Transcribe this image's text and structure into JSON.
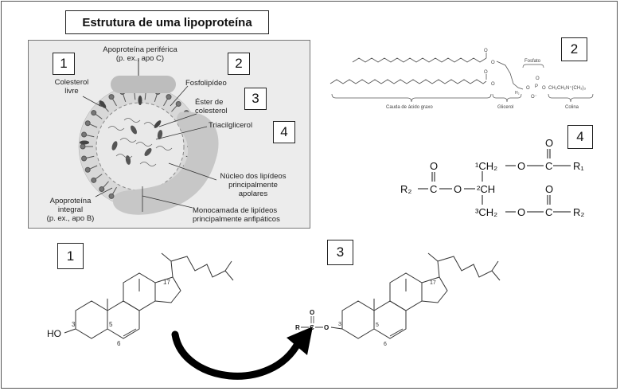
{
  "title": "Estrutura de uma lipoproteína",
  "box_numbers": {
    "n1": "1",
    "n2": "2",
    "n3": "3",
    "n4": "4"
  },
  "lipoprotein": {
    "peripheral_apoprotein": "Apoproteína periférica",
    "peripheral_example": "(p. ex., apo C)",
    "free_cholesterol_1": "Colesterol",
    "free_cholesterol_2": "livre",
    "phospholipid": "Fosfolipídeo",
    "cholesterol_ester_1": "Éster de",
    "cholesterol_ester_2": "colesterol",
    "triacylglycerol": "Triacilglicerol",
    "core_1": "Núcleo dos lipídeos",
    "core_2": "principalmente",
    "core_3": "apolares",
    "integral_1": "Apoproteína",
    "integral_2": "integral",
    "integral_3": "(p. ex., apo B)",
    "monolayer_1": "Monocamada de lipídeos",
    "monolayer_2": "principalmente anfipáticos"
  },
  "phospholipid_structure": {
    "phosphate": "Fosfato",
    "fatty_acid_tail": "Cauda de ácido graxo",
    "glycerol": "Glicerol",
    "choline": "Colina",
    "choline_group": "CH₂CH₂N⁺(CH₃)₃"
  },
  "triglyceride_structure": {
    "c1": "¹CH₂",
    "c2": "²CH",
    "c3": "³CH₂",
    "o": "O",
    "c": "C",
    "r1": "R₁",
    "r2": "R₂"
  },
  "cholesterol": {
    "ho": "HO",
    "n3": "3",
    "n5": "5",
    "n6": "6",
    "n17": "17"
  },
  "cholesterol_ester": {
    "r": "R",
    "c": "C",
    "o_single": "O",
    "o_double": "O",
    "n3": "3",
    "n5": "5",
    "n6": "6",
    "n17": "17"
  }
}
